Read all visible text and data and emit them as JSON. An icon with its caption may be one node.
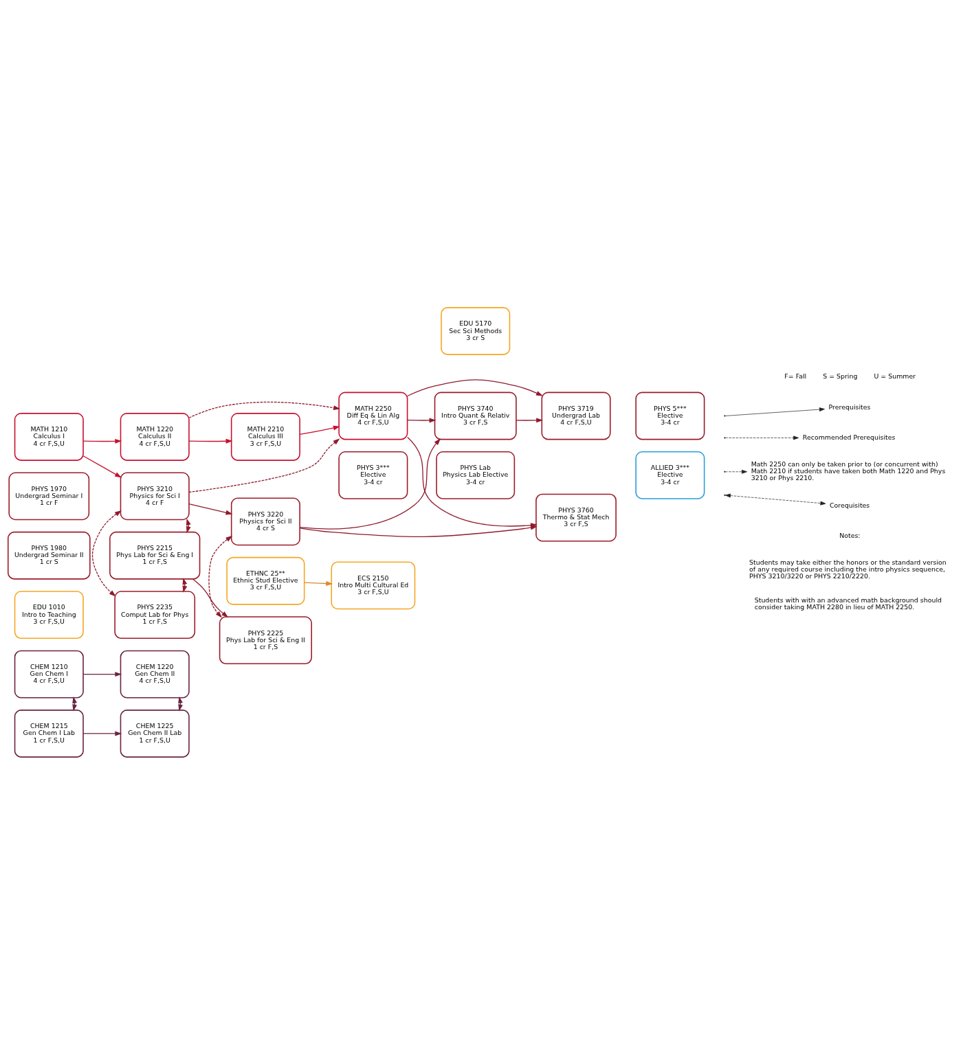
{
  "diagram": {
    "nodes": [
      {
        "text": [
          "MATH 1210",
          "Calculus I",
          "4 cr F,S,U"
        ]
      },
      {
        "text": [
          "MATH 1220",
          "Calculus II",
          "4 cr F,S,U"
        ]
      },
      {
        "text": [
          "MATH 2210",
          "Calculus III",
          "3 cr F,S,U"
        ]
      },
      {
        "text": [
          "MATH 2250",
          "Diff Eq & Lin Alg",
          "4 cr F,S,U"
        ]
      },
      {
        "text": [
          "PHYS 1970",
          "Undergrad Seminar I",
          "1 cr F"
        ]
      },
      {
        "text": [
          "PHYS 3210",
          "Physics for Sci I",
          "4 cr F"
        ]
      },
      {
        "text": [
          "PHYS 3220",
          "Physics for Sci II",
          "4 cr S"
        ]
      },
      {
        "text": [
          "PHYS 3740",
          "Intro Quant & Relativ",
          "3 cr F,S"
        ]
      },
      {
        "text": [
          "PHYS 3719",
          "Undergrad Lab",
          "4 cr F,S,U"
        ]
      },
      {
        "text": [
          "PHYS 5***",
          "Elective",
          "3-4 cr"
        ]
      },
      {
        "text": [
          "PHYS 1980",
          "Undergrad Seminar II",
          "1 cr S"
        ]
      },
      {
        "text": [
          "PHYS 2215",
          "Phys Lab for Sci & Eng I",
          "1 cr F,S"
        ]
      },
      {
        "text": [
          "PHYS 2225",
          "Phys Lab for Sci & Eng II",
          "1 cr F,S"
        ]
      },
      {
        "text": [
          "PHYS 3***",
          "Elective",
          "3-4 cr"
        ]
      },
      {
        "text": [
          "PHYS Lab",
          "Physics Lab Elective",
          "3-4 cr"
        ]
      },
      {
        "text": [
          "PHYS 3760",
          "Thermo & Stat Mech",
          "3 cr F,S"
        ]
      },
      {
        "text": [
          "EDU 1010",
          "Intro to Teaching",
          "3 cr F,S,U"
        ]
      },
      {
        "text": [
          "PHYS 2235",
          "Comput Lab for Phys",
          "1 cr F,S"
        ]
      },
      {
        "text": [
          "ETHNC 25**",
          "Ethnic Stud Elective",
          "3 cr F,S,U"
        ]
      },
      {
        "text": [
          "ECS 2150",
          "Intro Multi Cultural Ed",
          "3 cr F,S,U"
        ]
      },
      {
        "text": [
          "EDU 5170",
          "Sec Sci Methods",
          "3 cr S"
        ]
      },
      {
        "text": [
          "ALLIED 3***",
          "Elective",
          "3-4 cr"
        ]
      },
      {
        "text": [
          "CHEM 1210",
          "Gen Chem I",
          "4 cr F,S,U"
        ]
      },
      {
        "text": [
          "CHEM 1220",
          "Gen Chem II",
          "4 cr F,S,U"
        ]
      },
      {
        "text": [
          "CHEM 1215",
          "Gen Chem I Lab",
          "1 cr F,S,U"
        ]
      },
      {
        "text": [
          "CHEM 1225",
          "Gen Chem II Lab",
          "1 cr F,S,U"
        ]
      }
    ],
    "edges": [
      {
        "from": 0,
        "to": 1,
        "arrow": "to",
        "color": "#c8102e"
      },
      {
        "from": 0,
        "to": 5,
        "arrow": "to",
        "color": "#c8102e"
      },
      {
        "from": 1,
        "to": 2,
        "arrow": "to",
        "color": "#c8102e"
      },
      {
        "from": 2,
        "to": 3,
        "arrow": "to",
        "color": "#c8102e"
      },
      {
        "from": 1,
        "to": 3,
        "arrow": "to",
        "style": "dashed"
      },
      {
        "from": 5,
        "to": 3,
        "arrow": "to",
        "style": "dashed"
      },
      {
        "from": 5,
        "to": 6,
        "arrow": "to"
      },
      {
        "from": 6,
        "to": 7,
        "arrow": "to"
      },
      {
        "from": 6,
        "to": 15,
        "arrow": "to"
      },
      {
        "from": 3,
        "to": 7,
        "arrow": "to"
      },
      {
        "from": 3,
        "to": 8,
        "arrow": "to"
      },
      {
        "from": 3,
        "to": 15,
        "arrow": "to"
      },
      {
        "from": 7,
        "to": 8,
        "arrow": "to"
      },
      {
        "from": 11,
        "to": 12,
        "arrow": "to"
      },
      {
        "from": 5,
        "to": 11,
        "arrow": "both",
        "style": "dashed"
      },
      {
        "from": 5,
        "to": 17,
        "arrow": "both",
        "style": "dashed"
      },
      {
        "from": 11,
        "to": 17,
        "arrow": "both",
        "style": "dashed"
      },
      {
        "from": 6,
        "to": 12,
        "arrow": "both",
        "style": "dashed"
      },
      {
        "from": 18,
        "to": 19,
        "arrow": "to",
        "color": "#d98c2b"
      },
      {
        "from": 22,
        "to": 23,
        "arrow": "to",
        "color": "#6a2342"
      },
      {
        "from": 24,
        "to": 25,
        "arrow": "to",
        "color": "#6a2342"
      },
      {
        "from": 22,
        "to": 24,
        "arrow": "both",
        "style": "dashed",
        "color": "#6a2342"
      },
      {
        "from": 23,
        "to": 25,
        "arrow": "both",
        "style": "dashed",
        "color": "#6a2342"
      }
    ],
    "labels": [
      "F= Fall",
      "S = Spring",
      "U = Summer",
      "Notes:",
      "Students may take either the honors or the standard version of any required course including the intro physics sequence, PHYS 3210/3220 or PHYS 2210/2220.",
      "Students with with an advanced math background should consider taking MATH 2280 in lieu of MATH 2250."
    ],
    "legend": [
      {
        "text": "Prerequisites"
      },
      {
        "text": "Recommended Prerequisites"
      },
      {
        "text": "Math 2250 can only be taken prior to (or concurrent with) Math 2210 if students have taken both Math 1220 and Phys 3210 or Phys 2210."
      },
      {
        "text": "Corequisites"
      }
    ]
  }
}
